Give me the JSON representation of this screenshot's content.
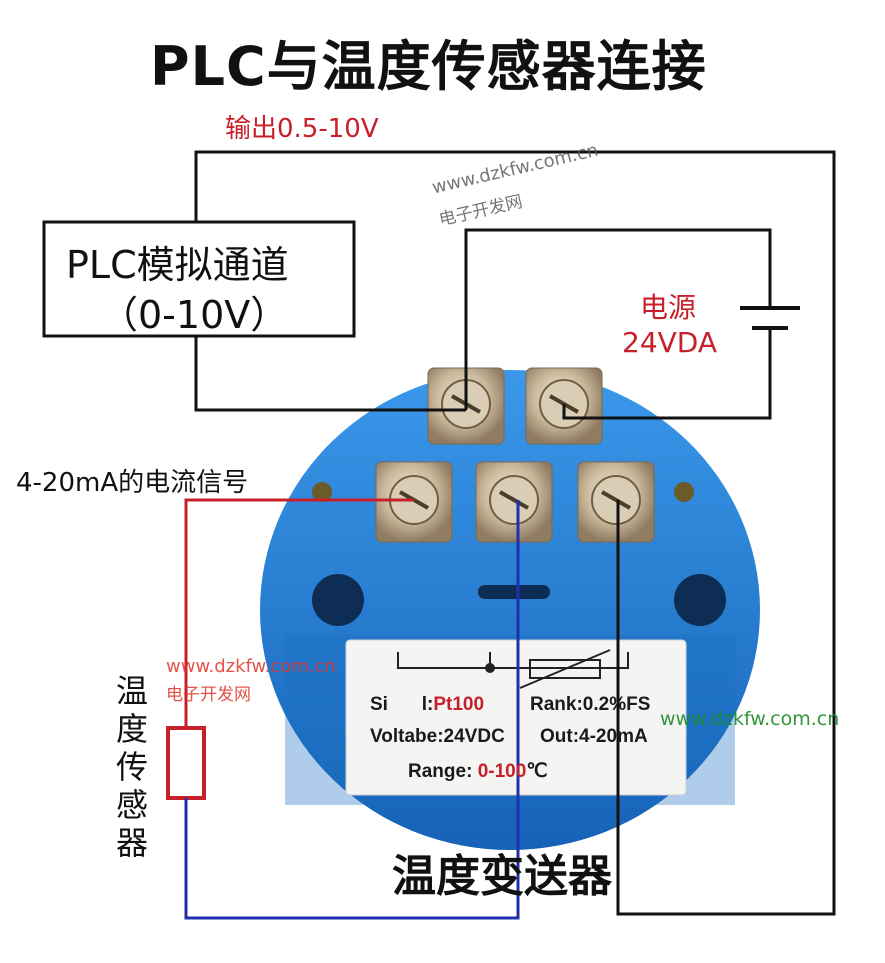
{
  "title": "PLC与温度传感器连接",
  "output_label": "输出0.5-10V",
  "plc_box": {
    "line1": "PLC模拟通道",
    "line2": "（0-10V）"
  },
  "power_supply": {
    "line1": "电源",
    "line2": "24VDA"
  },
  "signal_label": "4-20mA的电流信号",
  "sensor_label": "温度传感器",
  "transmitter_label": "温度变送器",
  "nameplate": {
    "signal_key": "Si",
    "signal_key_rest": "l:",
    "signal_value": "Pt100",
    "rank": "Rank:0.2%FS",
    "voltage": "Voltabe:24VDC",
    "out": "Out:4-20mA",
    "range_key": "Range:",
    "range_value": "0-100",
    "range_unit": "℃"
  },
  "watermarks": {
    "url": "www.dzkfw.com.cn",
    "name": "电子开发网"
  },
  "colors": {
    "wire_black": "#111111",
    "wire_red": "#c8202a",
    "wire_blue": "#1f2fb0",
    "housing_blue": "#1e7fd6",
    "housing_dark": "#155ea8",
    "label_red": "#c8202a",
    "plate_bg": "#f4f4f2",
    "terminal_metal": "#c9b9a0"
  }
}
